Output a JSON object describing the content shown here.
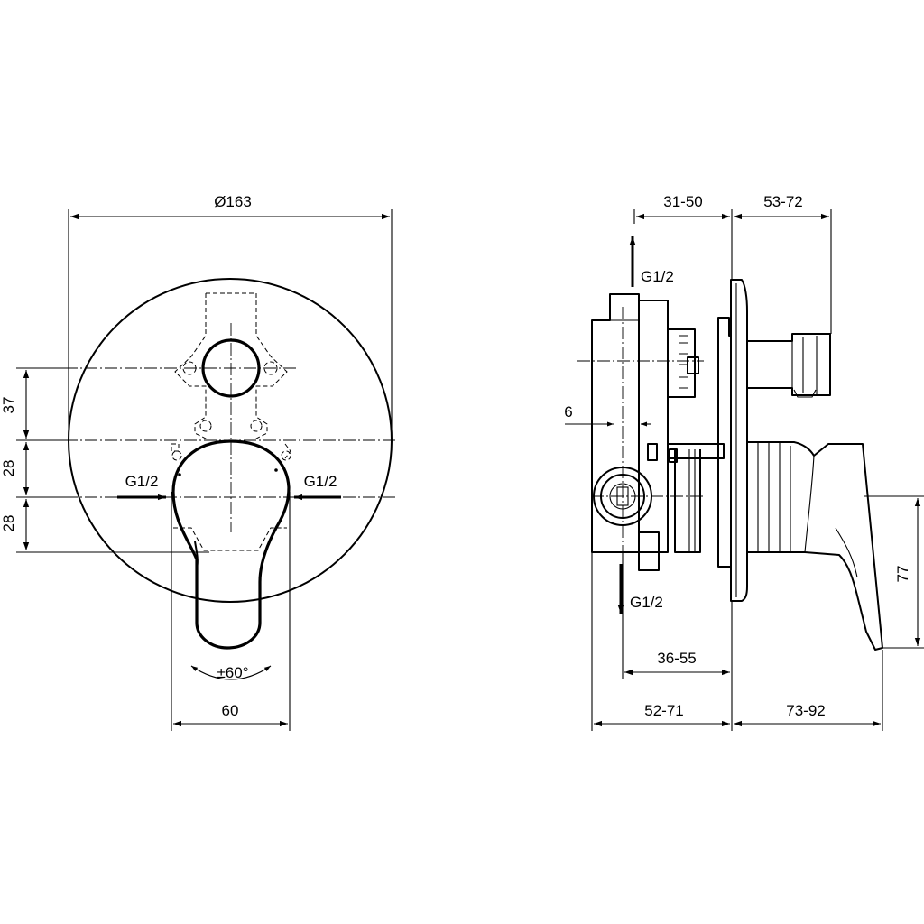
{
  "front_view": {
    "diameter_label": "Ø163",
    "height_37": "37",
    "height_28_upper": "28",
    "height_28_lower": "28",
    "inlet_left_label": "G1/2",
    "inlet_right_label": "G1/2",
    "rotation_label": "±60°",
    "width_60": "60"
  },
  "side_view": {
    "depth_31_50": "31-50",
    "depth_53_72": "53-72",
    "outlet_top_label": "G1/2",
    "outlet_bottom_label": "G1/2",
    "offset_6": "6",
    "depth_36_55": "36-55",
    "depth_52_71": "52-71",
    "depth_73_92": "73-92",
    "height_77": "77"
  }
}
